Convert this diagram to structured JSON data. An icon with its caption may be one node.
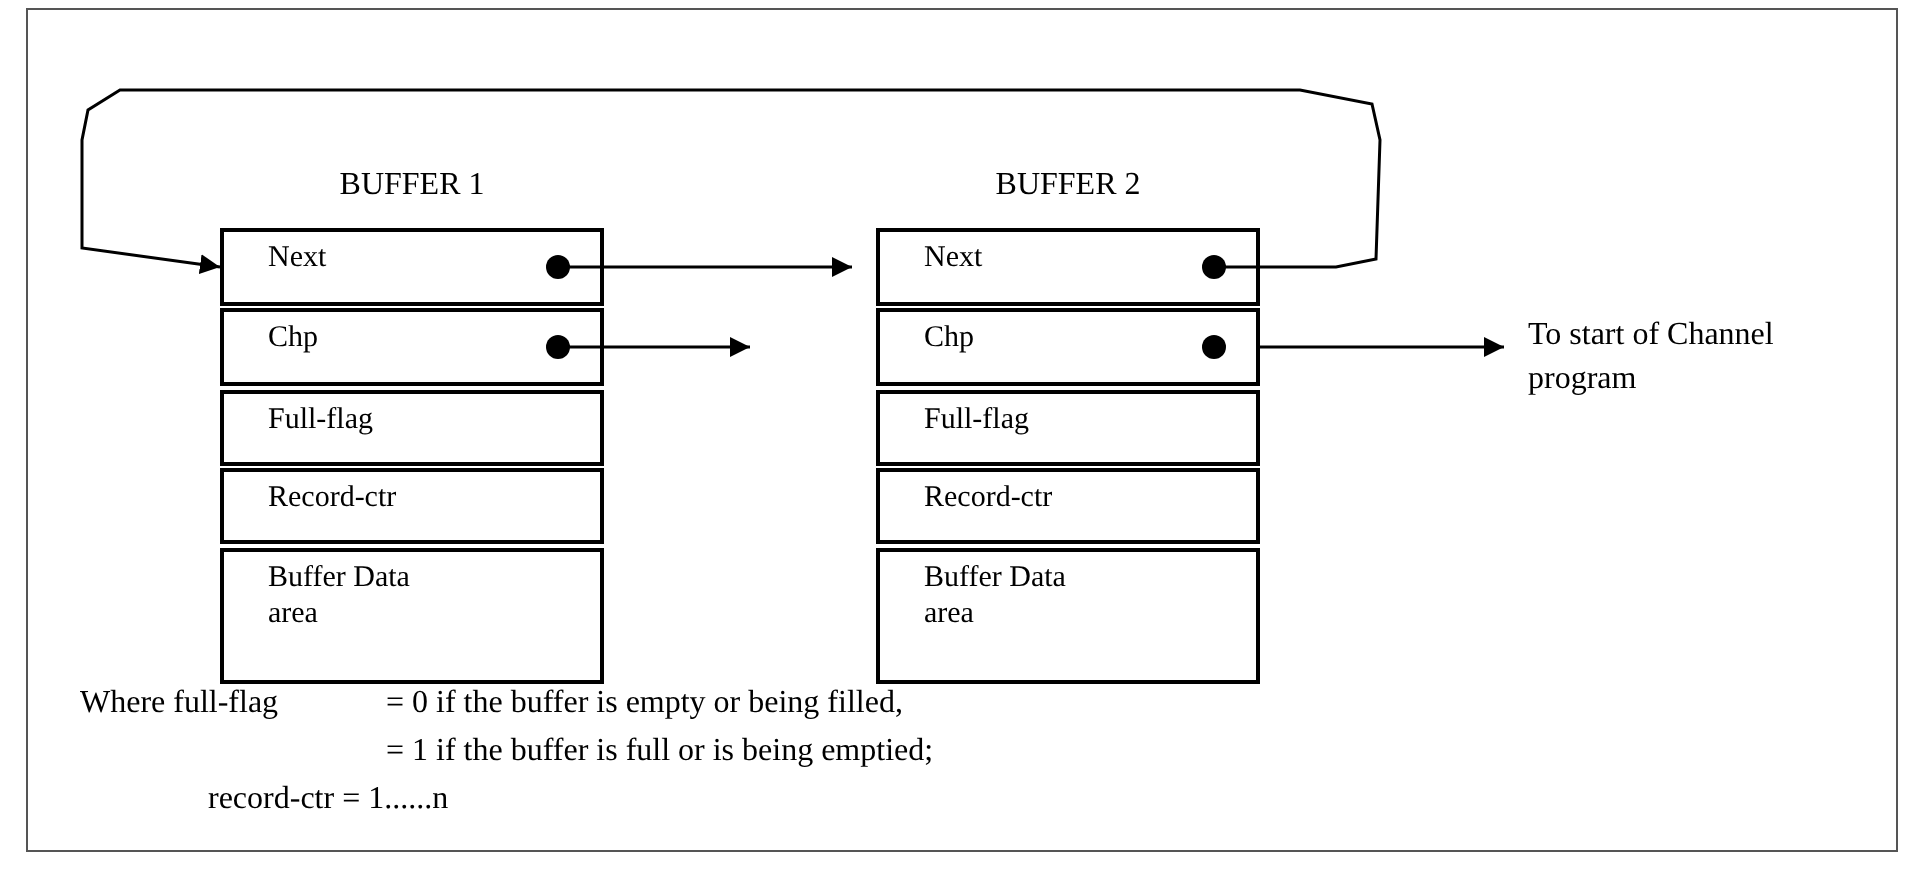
{
  "diagram": {
    "nodes": [
      {
        "text": [
          "BUFFER 1"
        ]
      },
      {
        "text": [
          "Next"
        ],
        "in": 0
      },
      {
        "text": [
          "Chp"
        ],
        "in": 0
      },
      {
        "text": [
          "Full-flag"
        ],
        "in": 0
      },
      {
        "text": [
          "Record-ctr"
        ],
        "in": 0
      },
      {
        "text": [
          "Buffer Data area"
        ],
        "in": 0
      },
      {
        "text": [
          "BUFFER 2"
        ]
      },
      {
        "text": [
          "Next"
        ],
        "in": 6
      },
      {
        "text": [
          "Chp"
        ],
        "in": 6
      },
      {
        "text": [
          "Full-flag"
        ],
        "in": 6
      },
      {
        "text": [
          "Record-ctr"
        ],
        "in": 6
      },
      {
        "text": [
          "Buffer Data area"
        ],
        "in": 6
      },
      {
        "text": [
          "To start of Channel program"
        ]
      }
    ],
    "edges": [
      {
        "from": 7,
        "to": 1,
        "arrow": "to"
      },
      {
        "from": 1,
        "to": 7,
        "arrow": "to"
      },
      {
        "from": 2,
        "to": null,
        "arrow": "to"
      },
      {
        "from": 8,
        "to": 12,
        "arrow": "to"
      }
    ],
    "labels": [
      "Where full-flag",
      "= 0 if the buffer is empty or being filled,",
      "= 1 if the buffer is full or is being emptied;",
      "record-ctr = 1......n"
    ]
  }
}
